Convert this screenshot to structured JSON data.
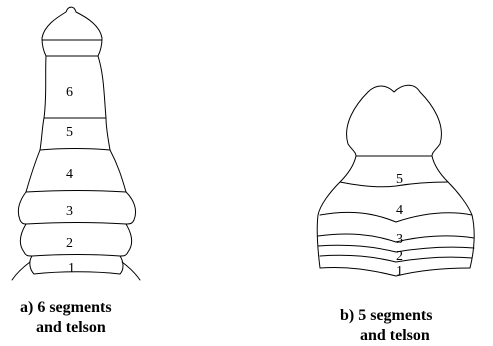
{
  "panel_a": {
    "segment_labels": [
      "6",
      "5",
      "4",
      "3",
      "2",
      "1"
    ],
    "caption_line1": "a) 6 segments",
    "caption_line2": "and telson"
  },
  "panel_b": {
    "segment_labels": [
      "5",
      "4",
      "3",
      "2",
      "1"
    ],
    "caption_line1": "b)  5 segments",
    "caption_line2": "and telson"
  }
}
